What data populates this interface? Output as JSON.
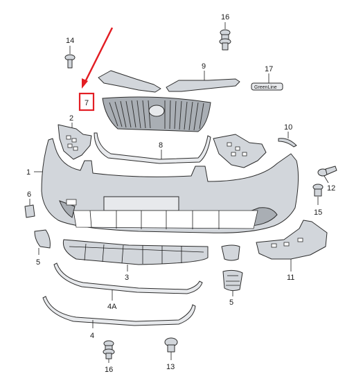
{
  "diagram": {
    "callouts": {
      "c1": "1",
      "c2": "2",
      "c3": "3",
      "c4": "4",
      "c4a": "4A",
      "c5a": "5",
      "c5b": "5",
      "c6": "6",
      "c7": "7",
      "c8": "8",
      "c9": "9",
      "c10": "10",
      "c11": "11",
      "c12": "12",
      "c13": "13",
      "c14": "14",
      "c15": "15",
      "c16a": "16",
      "c16b": "16",
      "c17": "17"
    },
    "badge_text": "GreenLine",
    "highlight": {
      "callout": "7",
      "color": "#e31e24"
    }
  }
}
